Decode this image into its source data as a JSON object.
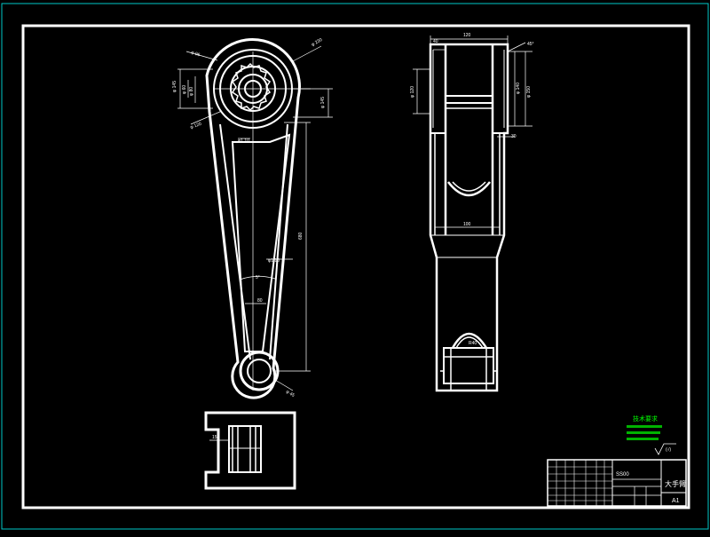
{
  "colors": {
    "background": "#000000",
    "line": "#ffffff",
    "outer_border": "#00c8c8",
    "tech_title": "#00ff00",
    "tech_text": "#00ff00",
    "dim_text": "#ffffff"
  },
  "title_block": {
    "part_name": "大手臂",
    "drawing_code": "SS00",
    "sheet_size": "A1"
  },
  "tech_requirements": {
    "title": "技术要求"
  },
  "icons": {
    "roughness": "surface-roughness-icon"
  }
}
